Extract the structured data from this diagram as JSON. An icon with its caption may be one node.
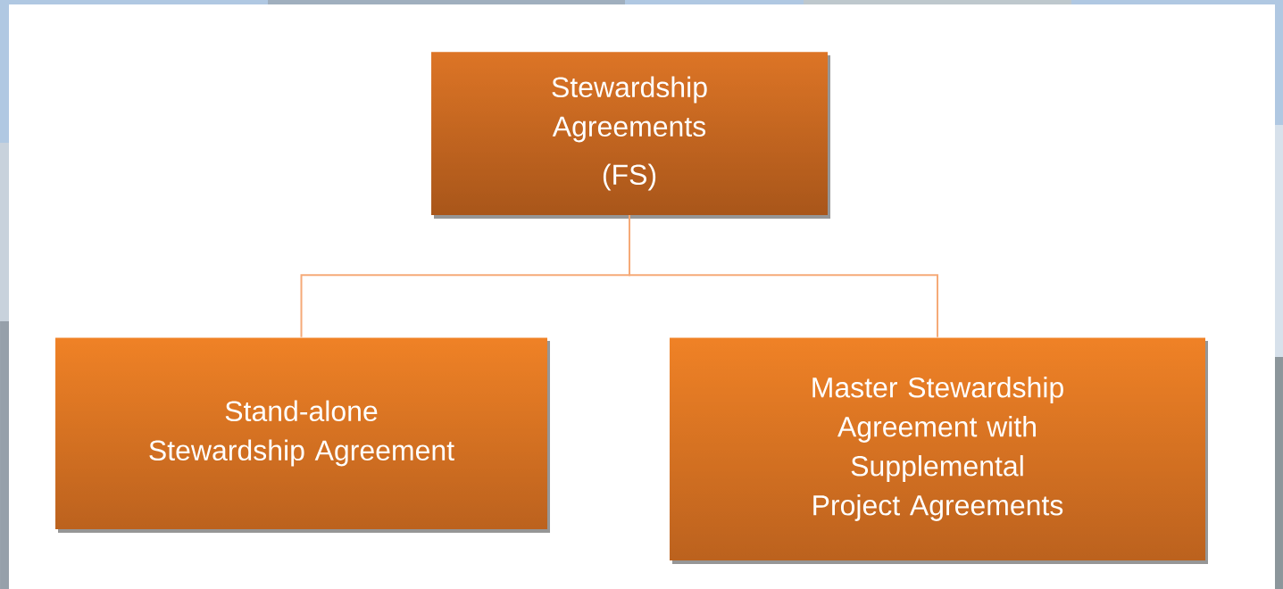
{
  "diagram": {
    "nodes": [
      {
        "text": [
          "Stewardship Agreements",
          "(FS)"
        ]
      },
      {
        "text": [
          "Stand-alone Stewardship Agreement"
        ]
      },
      {
        "text": [
          "Master Stewardship Agreement with Supplemental Project Agreements"
        ]
      }
    ],
    "edges": [
      {
        "from": 0,
        "to": 1,
        "arrow": "none"
      },
      {
        "from": 0,
        "to": 2,
        "arrow": "none"
      }
    ]
  }
}
